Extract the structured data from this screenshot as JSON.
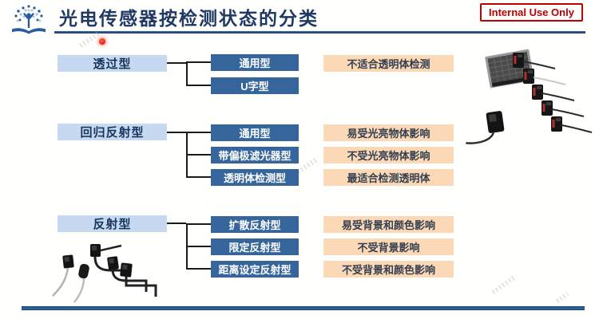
{
  "header": {
    "title": "光电传感器按检测状态的分类",
    "badge": "Internal Use Only",
    "logo_icon": "tree-and-book-logo"
  },
  "tree": {
    "groups": [
      {
        "label": "透过型",
        "children": [
          {
            "label": "通用型",
            "note": "不适合透明体检测"
          },
          {
            "label": "U字型",
            "note": ""
          }
        ]
      },
      {
        "label": "回归反射型",
        "children": [
          {
            "label": "通用型",
            "note": "易受光亮物体影响"
          },
          {
            "label": "带偏极滤光器型",
            "note": "不受光亮物体影响"
          },
          {
            "label": "透明体检测型",
            "note": "最适合检测透明体"
          }
        ]
      },
      {
        "label": "反射型",
        "children": [
          {
            "label": "扩散反射型",
            "note": "易受背景和颜色影响"
          },
          {
            "label": "限定反射型",
            "note": "不受背景影响"
          },
          {
            "label": "距离设定反射型",
            "note": "不受背景和颜色影响"
          }
        ]
      }
    ]
  },
  "illustrations": {
    "top_right": "through-beam-sensors-and-reflector-photo",
    "bottom_left": "miniature-sensors-with-cables-photo"
  },
  "colors": {
    "parent_box": "#C6D9F0",
    "child_box": "#35659A",
    "note_box": "#FBD8B6",
    "title_text": "#1F3864",
    "badge_red": "#C00000",
    "connector_line": "#1A1A1A",
    "bottom_bar_blue": "#2E74B5"
  }
}
